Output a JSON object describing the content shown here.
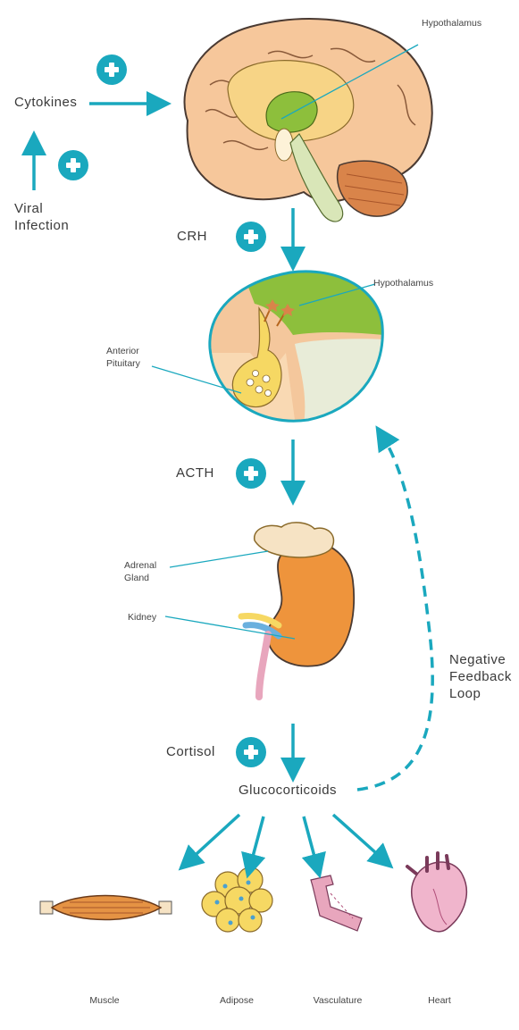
{
  "stimuli": {
    "cytokines": "Cytokines",
    "viral_infection": [
      "Viral",
      "Infection"
    ]
  },
  "hormones": {
    "crh": "CRH",
    "acth": "ACTH",
    "cortisol": "Cortisol",
    "glucocorticoids": "Glucocorticoids"
  },
  "anatomy": {
    "hypothalamus_brain": "Hypothalamus",
    "hypothalamus_inset": "Hypothalamus",
    "anterior_pituitary": [
      "Anterior",
      "Pituitary"
    ],
    "adrenal_gland": [
      "Adrenal",
      "Gland"
    ],
    "kidney": "Kidney"
  },
  "feedback": [
    "Negative",
    "Feedback",
    "Loop"
  ],
  "targets": [
    "Muscle",
    "Adipose",
    "Vasculature",
    "Heart"
  ],
  "symbols": {
    "stimulate": "+"
  },
  "colors": {
    "teal": "#1aa8be",
    "brain": "#f6c79b",
    "hypothalamus": "#8dbf3c",
    "kidney": "#ee943c",
    "adrenal": "#f6e3c4",
    "muscle": "#e59344",
    "adipose": "#f6d863",
    "vessel": "#e8a6bd",
    "heart": "#f0b5cc"
  }
}
